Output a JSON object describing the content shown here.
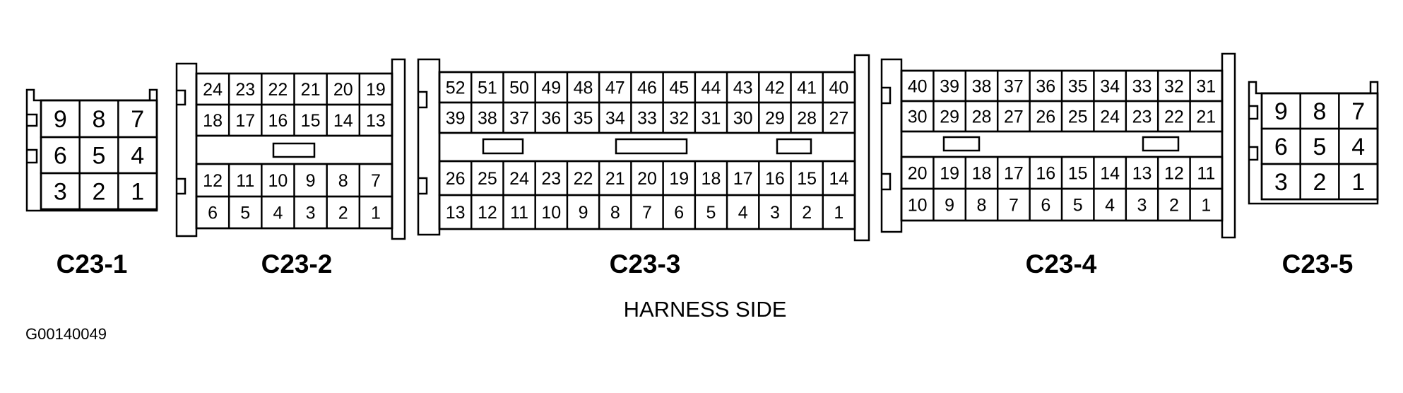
{
  "caption": "HARNESS SIDE",
  "reference_id": "G00140049",
  "connectors": [
    {
      "id": "c1",
      "label": "C23-1",
      "rows": [
        [
          "9",
          "8",
          "7"
        ],
        [
          "6",
          "5",
          "4"
        ],
        [
          "3",
          "2",
          "1"
        ]
      ],
      "keys": []
    },
    {
      "id": "c2",
      "label": "C23-2",
      "rows": [
        [
          "24",
          "23",
          "22",
          "21",
          "20",
          "19"
        ],
        [
          "18",
          "17",
          "16",
          "15",
          "14",
          "13"
        ],
        [
          "12",
          "11",
          "10",
          "9",
          "8",
          "7"
        ],
        [
          "6",
          "5",
          "4",
          "3",
          "2",
          "1"
        ]
      ],
      "keys": []
    },
    {
      "id": "c3",
      "label": "C23-3",
      "rows": [
        [
          "52",
          "51",
          "50",
          "49",
          "48",
          "47",
          "46",
          "45",
          "44",
          "43",
          "42",
          "41",
          "40"
        ],
        [
          "39",
          "38",
          "37",
          "36",
          "35",
          "34",
          "33",
          "32",
          "31",
          "30",
          "29",
          "28",
          "27"
        ],
        [
          "26",
          "25",
          "24",
          "23",
          "22",
          "21",
          "20",
          "19",
          "18",
          "17",
          "16",
          "15",
          "14"
        ],
        [
          "13",
          "12",
          "11",
          "10",
          "9",
          "8",
          "7",
          "6",
          "5",
          "4",
          "3",
          "2",
          "1"
        ]
      ],
      "keys": []
    },
    {
      "id": "c4",
      "label": "C23-4",
      "rows": [
        [
          "40",
          "39",
          "38",
          "37",
          "36",
          "35",
          "34",
          "33",
          "32",
          "31"
        ],
        [
          "30",
          "29",
          "28",
          "27",
          "26",
          "25",
          "24",
          "23",
          "22",
          "21"
        ],
        [
          "20",
          "19",
          "18",
          "17",
          "16",
          "15",
          "14",
          "13",
          "12",
          "11"
        ],
        [
          "10",
          "9",
          "8",
          "7",
          "6",
          "5",
          "4",
          "3",
          "2",
          "1"
        ]
      ],
      "keys": []
    },
    {
      "id": "c5",
      "label": "C23-5",
      "rows": [
        [
          "9",
          "8",
          "7"
        ],
        [
          "6",
          "5",
          "4"
        ],
        [
          "3",
          "2",
          "1"
        ]
      ],
      "keys": []
    }
  ]
}
